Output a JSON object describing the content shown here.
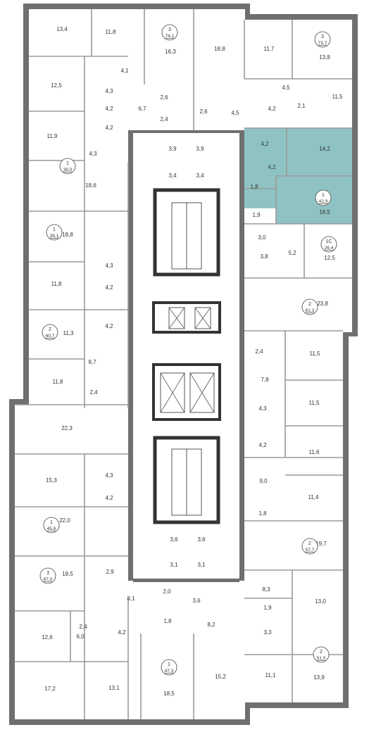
{
  "colors": {
    "highlight": "#8fc3c3",
    "wall": "#6f6f6f",
    "inner_wall": "#9a9a9a"
  },
  "rooms": [
    {
      "label": "13,4"
    },
    {
      "label": "11,8"
    },
    {
      "label": "16,3"
    },
    {
      "label": "18,8"
    },
    {
      "label": "11,7"
    },
    {
      "label": "13,8"
    },
    {
      "label": "4,1"
    },
    {
      "label": "12,5"
    },
    {
      "label": "4,3"
    },
    {
      "label": "4,2"
    },
    {
      "label": "6,7"
    },
    {
      "label": "2,6"
    },
    {
      "label": "2,4"
    },
    {
      "label": "2,6"
    },
    {
      "label": "4,5"
    },
    {
      "label": "4,5"
    },
    {
      "label": "4,2"
    },
    {
      "label": "2,1"
    },
    {
      "label": "11,5"
    },
    {
      "label": "11,9"
    },
    {
      "label": "4,2"
    },
    {
      "label": "4,3"
    },
    {
      "label": "3,9"
    },
    {
      "label": "3,9"
    },
    {
      "label": "3,4"
    },
    {
      "label": "3,4"
    },
    {
      "label": "4,2"
    },
    {
      "label": "14,2"
    },
    {
      "label": "4,2"
    },
    {
      "label": "18,6"
    },
    {
      "label": "1,8"
    },
    {
      "label": "18,5"
    },
    {
      "label": "1,9"
    },
    {
      "label": "18,8"
    },
    {
      "label": "3,0"
    },
    {
      "label": "5,2"
    },
    {
      "label": "12,5"
    },
    {
      "label": "3,8"
    },
    {
      "label": "4,3"
    },
    {
      "label": "11,8"
    },
    {
      "label": "4,2"
    },
    {
      "label": "23,8"
    },
    {
      "label": "4,2"
    },
    {
      "label": "11,3"
    },
    {
      "label": "2,4"
    },
    {
      "label": "11,5"
    },
    {
      "label": "8,7"
    },
    {
      "label": "7,8"
    },
    {
      "label": "11,8"
    },
    {
      "label": "2,4"
    },
    {
      "label": "11,5"
    },
    {
      "label": "22,3"
    },
    {
      "label": "4,3"
    },
    {
      "label": "4,2"
    },
    {
      "label": "11,6"
    },
    {
      "label": "15,3"
    },
    {
      "label": "4,3"
    },
    {
      "label": "9,0"
    },
    {
      "label": "11,4"
    },
    {
      "label": "4,2"
    },
    {
      "label": "1,8"
    },
    {
      "label": "22,0"
    },
    {
      "label": "3,6"
    },
    {
      "label": "3,6"
    },
    {
      "label": "19,7"
    },
    {
      "label": "3,1"
    },
    {
      "label": "3,1"
    },
    {
      "label": "2,9"
    },
    {
      "label": "18,5"
    },
    {
      "label": "8,3"
    },
    {
      "label": "2,0"
    },
    {
      "label": "3,6"
    },
    {
      "label": "8,1"
    },
    {
      "label": "1,9"
    },
    {
      "label": "13,0"
    },
    {
      "label": "3,3"
    },
    {
      "label": "2,4"
    },
    {
      "label": "12,6"
    },
    {
      "label": "6,0"
    },
    {
      "label": "4,2"
    },
    {
      "label": "1,8"
    },
    {
      "label": "8,2"
    },
    {
      "label": "17,2"
    },
    {
      "label": "13,1"
    },
    {
      "label": "18,5"
    },
    {
      "label": "15,2"
    },
    {
      "label": "11,1"
    },
    {
      "label": "13,9"
    }
  ],
  "apartments": [
    {
      "rooms": "3",
      "area": "74,1"
    },
    {
      "rooms": "3",
      "area": "73,7"
    },
    {
      "rooms": "1",
      "area": "39,0"
    },
    {
      "rooms": "1",
      "area": "42,9",
      "highlighted": true
    },
    {
      "rooms": "1",
      "area": "39,1"
    },
    {
      "rooms": "1С",
      "area": "26,4"
    },
    {
      "rooms": "2",
      "area": "61,3"
    },
    {
      "rooms": "2",
      "area": "60,7"
    },
    {
      "rooms": "1",
      "area": "45,8"
    },
    {
      "rooms": "2",
      "area": "57,7"
    },
    {
      "rooms": "3",
      "area": "87,0"
    },
    {
      "rooms": "1",
      "area": "47,3"
    },
    {
      "rooms": "2",
      "area": "51,5"
    }
  ]
}
